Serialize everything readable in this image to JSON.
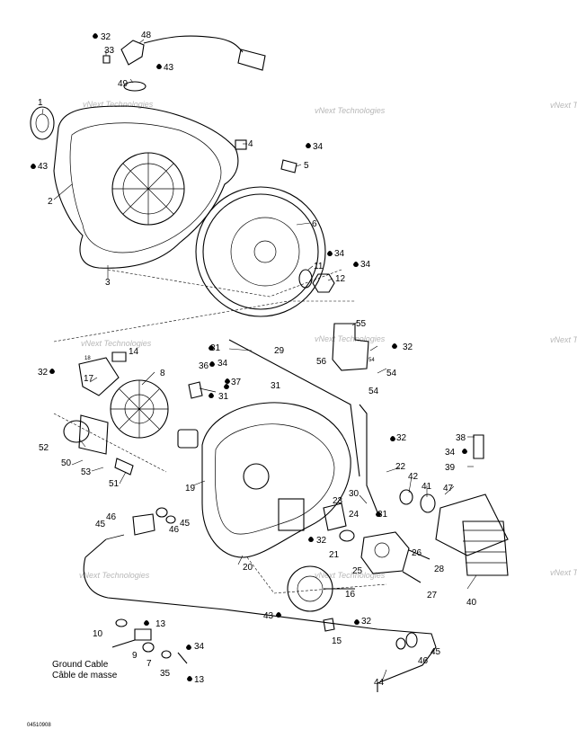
{
  "watermark": "vNext Technologies",
  "ground_cable": {
    "en": "Ground Cable",
    "fr": "Câble de masse"
  },
  "figure_code": "04510908",
  "callouts": {
    "c1": "1",
    "c2": "2",
    "c3": "3",
    "c4": "4",
    "c5": "5",
    "c6": "6",
    "c7": "7",
    "c8": "8",
    "c9": "9",
    "c10": "10",
    "c11": "11",
    "c12": "12",
    "c13a": "13",
    "c13b": "13",
    "c14": "14",
    "c15": "15",
    "c16": "16",
    "c17": "17",
    "c18": "18",
    "c19": "19",
    "c20": "20",
    "c21": "21",
    "c22": "22",
    "c23": "23",
    "c24": "24",
    "c25": "25",
    "c26": "26",
    "c27": "27",
    "c28": "28",
    "c29": "29",
    "c30": "30",
    "c31a": "31",
    "c31b": "31",
    "c31c": "31",
    "c32a": "32",
    "c32b": "32",
    "c32c": "32",
    "c32d": "32",
    "c32e": "32",
    "c32f": "32",
    "c33": "33",
    "c34a": "34",
    "c34b": "34",
    "c34c": "34",
    "c34d": "34",
    "c34e": "34",
    "c34f": "34",
    "c35": "35",
    "c36": "36",
    "c37": "37",
    "c38": "38",
    "c39": "39",
    "c40": "40",
    "c41": "41",
    "c42": "42",
    "c43a": "43",
    "c43b": "43",
    "c43c": "43",
    "c44": "44",
    "c45a": "45",
    "c45b": "45",
    "c45c": "45",
    "c46a": "46",
    "c46b": "46",
    "c46c": "46",
    "c47": "47",
    "c48": "48",
    "c49": "49",
    "c50": "50",
    "c51": "51",
    "c52": "52",
    "c53": "53",
    "c54a": "54",
    "c54b": "54",
    "c55": "55",
    "c56": "56"
  }
}
